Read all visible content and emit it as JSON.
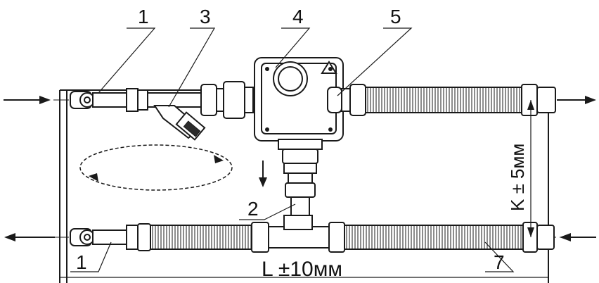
{
  "callouts": {
    "c1_top": "1",
    "c3": "3",
    "c4": "4",
    "c5": "5",
    "c2": "2",
    "c1_bottom": "1",
    "c7": "7"
  },
  "dimensions": {
    "length": "L ±10мм",
    "height": "K ± 5мм"
  }
}
